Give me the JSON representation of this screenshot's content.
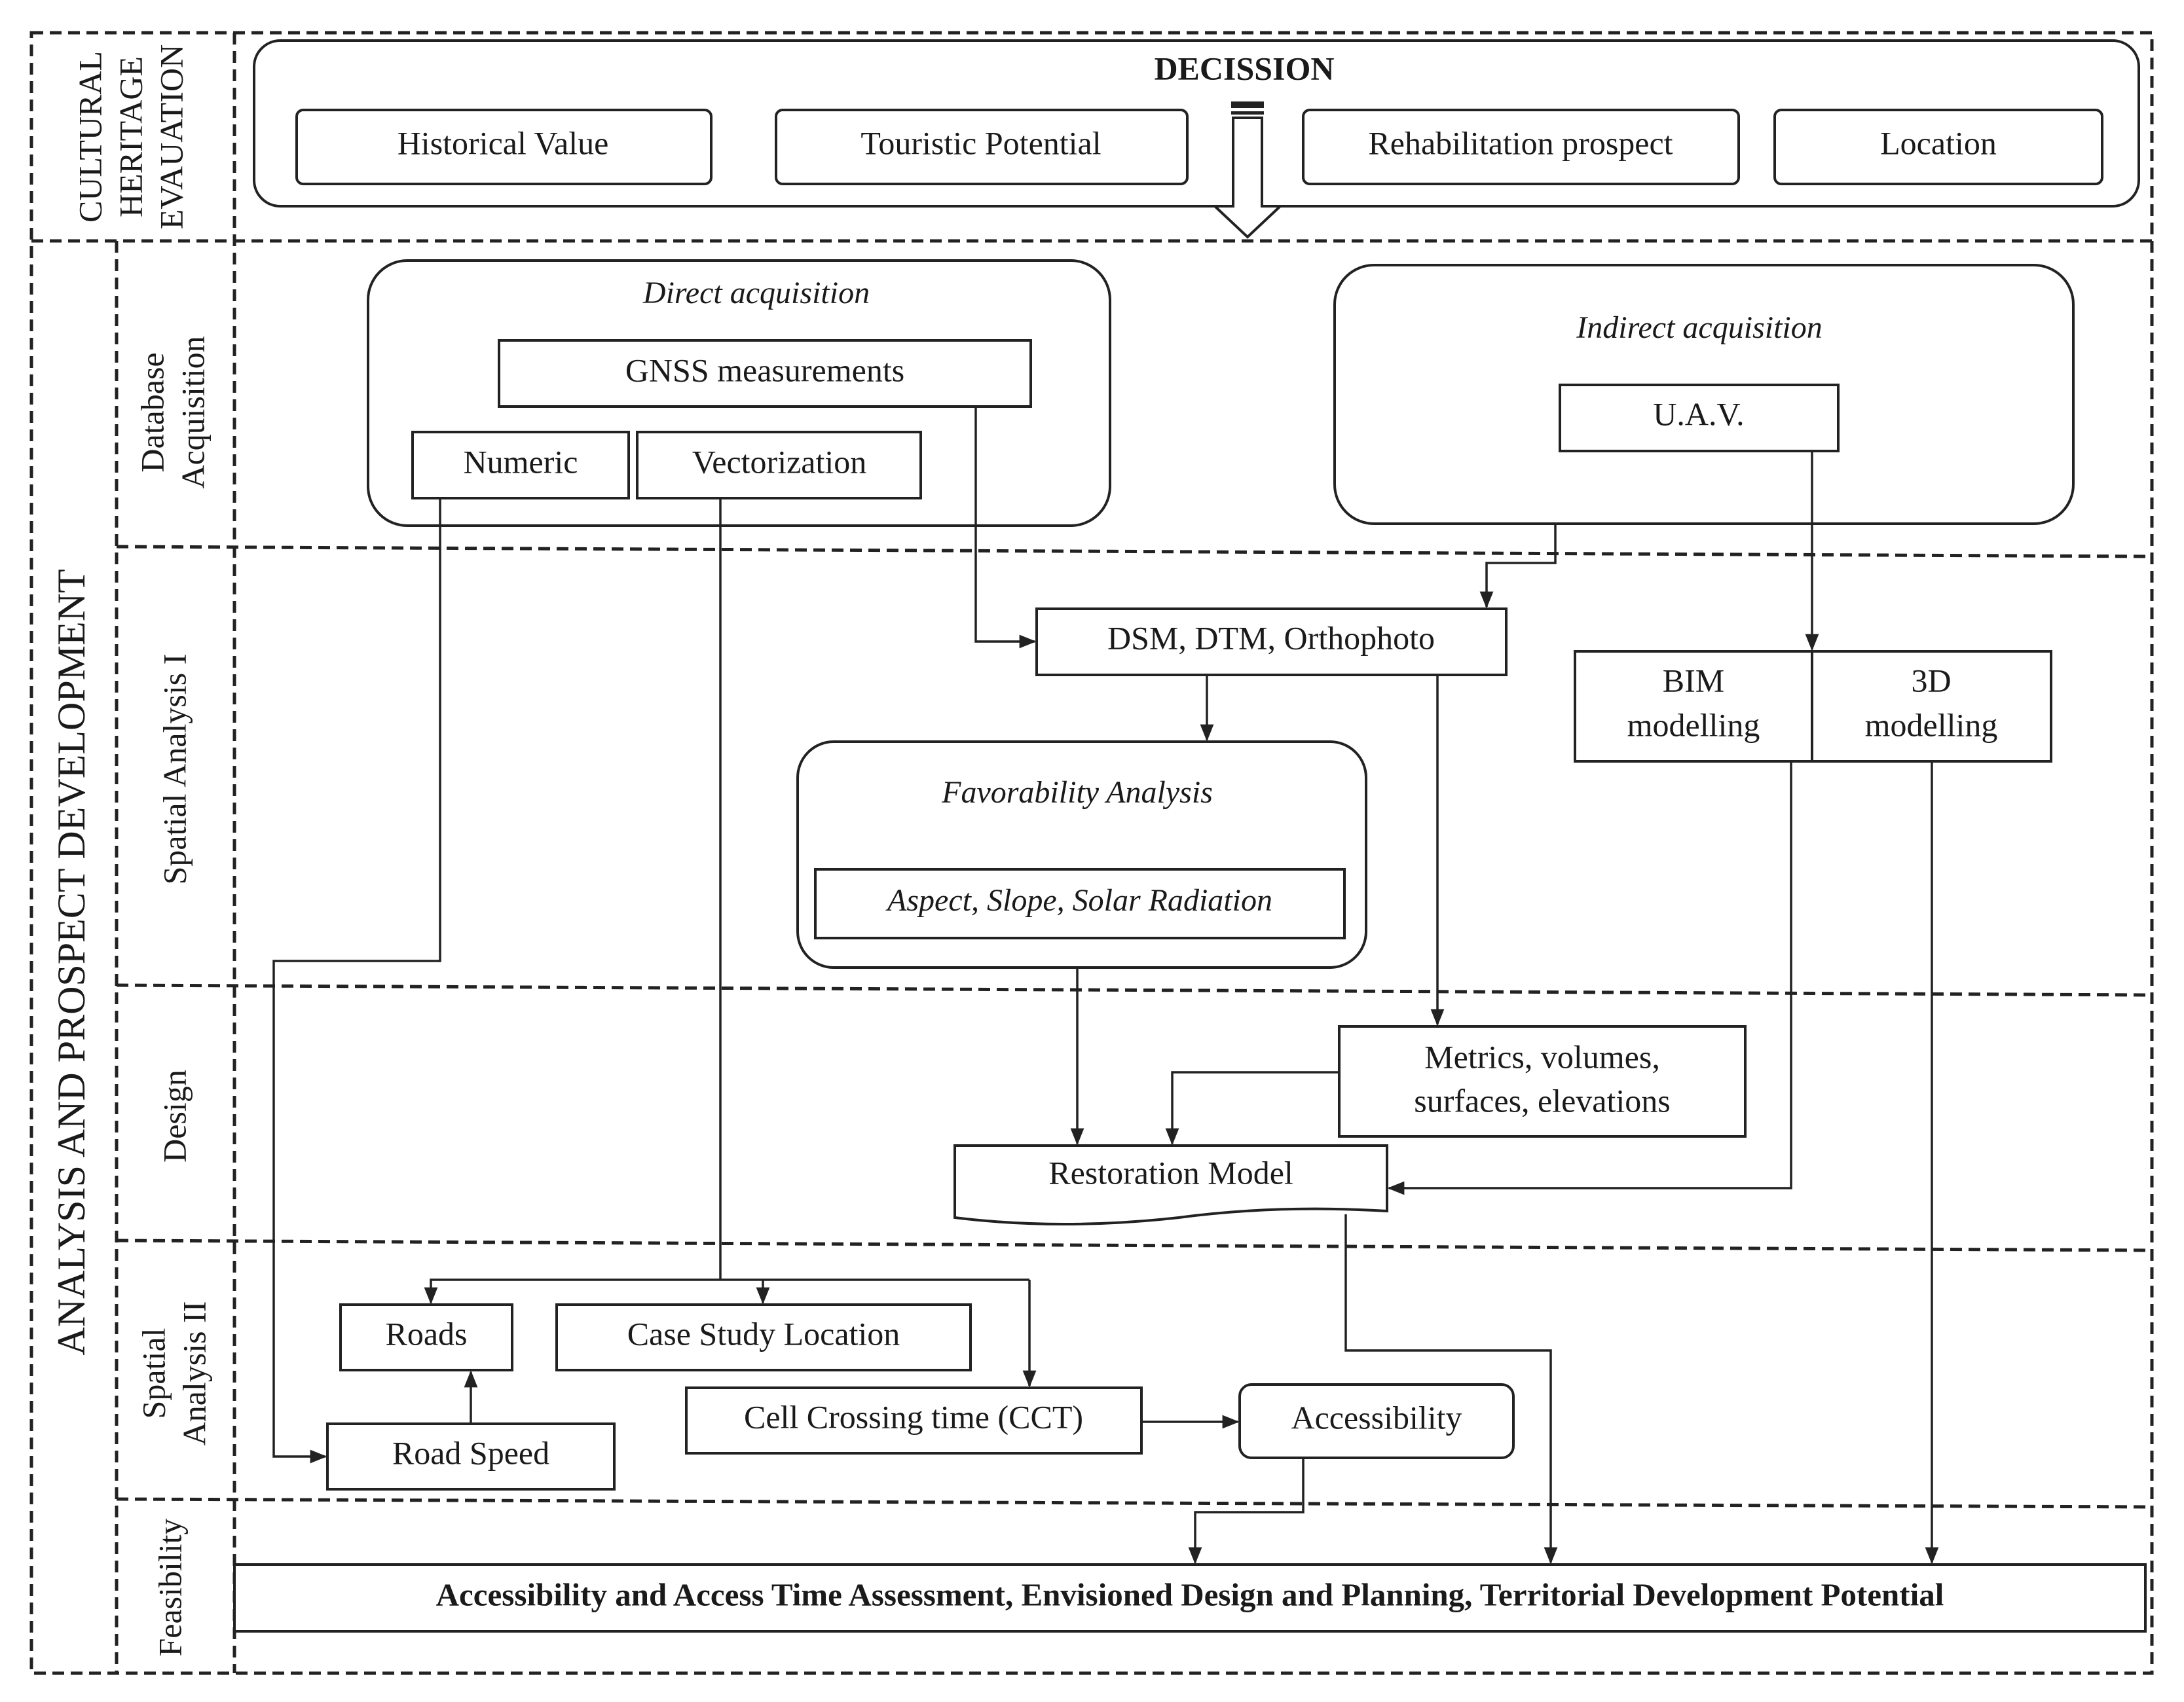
{
  "row_labels": {
    "cultural_heritage": [
      "CULTURAL",
      "HERITAGE",
      "EVAUATION"
    ],
    "analysis_prospect": "ANALYSIS  AND  PROSPECT  DEVELOPMENT",
    "database": [
      "Database",
      "Acquisition"
    ],
    "spatial1": "Spatial Analysis  I",
    "design": "Design",
    "spatial2": [
      "Spatial",
      "Analysis  II"
    ],
    "feasibility": "Feasibility"
  },
  "decision": {
    "title": "DECISSION",
    "criteria": [
      "Historical  Value",
      "Touristic  Potential",
      "Rehabilitation  prospect",
      "Location"
    ]
  },
  "database": {
    "direct_title": "Direct acquisition",
    "gnss": "GNSS measurements",
    "numeric": "Numeric",
    "vectorization": "Vectorization",
    "indirect_title": "Indirect acquisition",
    "uav": "U.A.V."
  },
  "spatial1": {
    "dsm": "DSM, DTM, Orthophoto",
    "bim": [
      "BIM",
      "modelling"
    ],
    "model3d": [
      "3D",
      "modelling"
    ],
    "favorability_title": "Favorability Analysis",
    "favorability_factors": "Aspect, Slope, Solar Radiation"
  },
  "design": {
    "metrics": [
      "Metrics,  volumes,",
      "surfaces,  elevations"
    ],
    "restoration": "Restoration  Model"
  },
  "spatial2": {
    "roads": "Roads",
    "case_study": "Case  Study Location",
    "cct": "Cell  Crossing  time (CCT)",
    "road_speed": "Road Speed",
    "accessibility": "Accessibility"
  },
  "feasibility": {
    "outcome": "Accessibility and Access Time Assessment, Envisioned Design and Planning, Territorial Development Potential"
  }
}
